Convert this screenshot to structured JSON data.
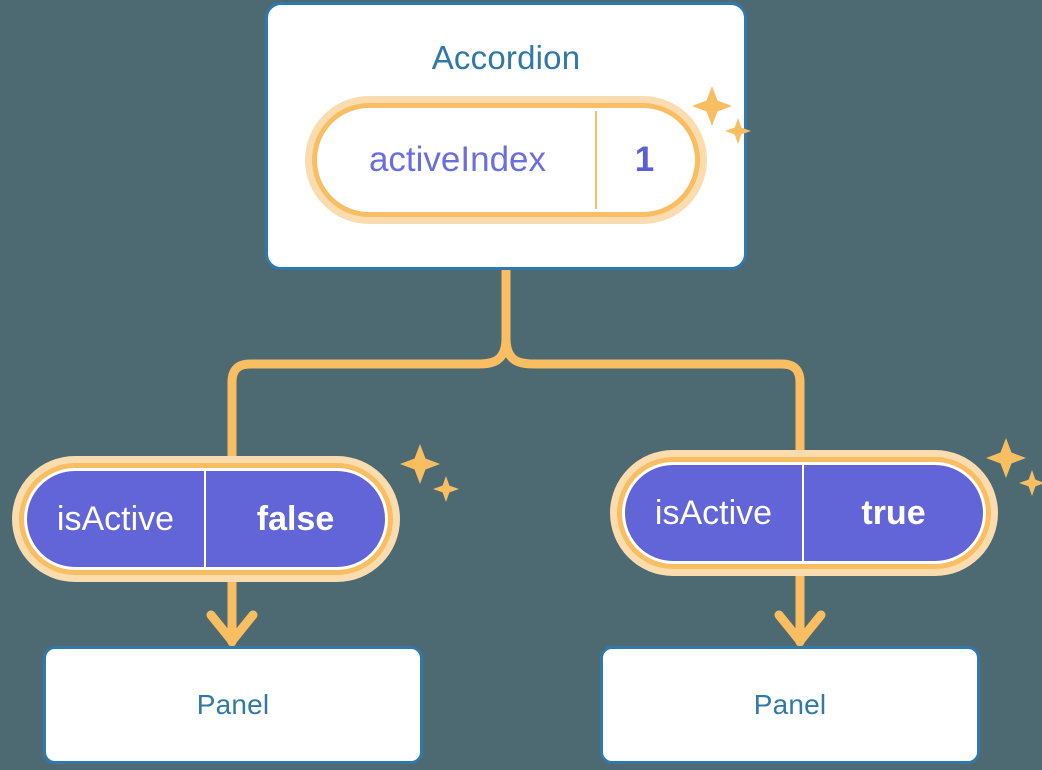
{
  "diagram": {
    "type": "component-tree",
    "background_color": "#4d6a72",
    "accent_color": "#f9bd62",
    "badge_color": "#6165d8",
    "card_border_color": "#3279ab",
    "title_color": "#2f78a8"
  },
  "root": {
    "title": "Accordion",
    "state_badge": {
      "key": "activeIndex",
      "value": "1",
      "sparkle_icon": "sparkle-icon"
    }
  },
  "branches": [
    {
      "prop_badge": {
        "key": "isActive",
        "value": "false",
        "sparkle_icon": "sparkle-icon"
      },
      "arrow_icon": "arrow-down-icon",
      "child": {
        "title": "Panel"
      }
    },
    {
      "prop_badge": {
        "key": "isActive",
        "value": "true",
        "sparkle_icon": "sparkle-icon"
      },
      "arrow_icon": "arrow-down-icon",
      "child": {
        "title": "Panel"
      }
    }
  ]
}
